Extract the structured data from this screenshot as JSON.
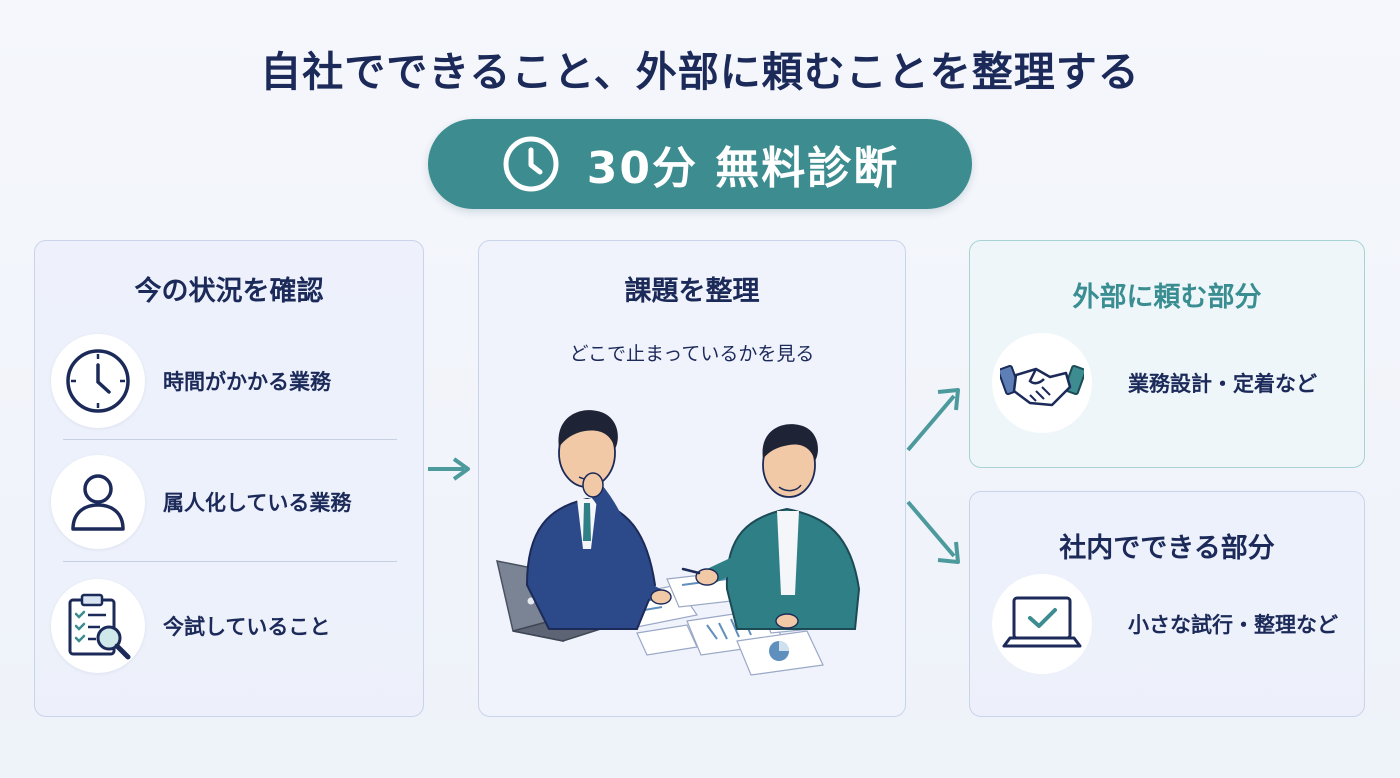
{
  "title": "自社でできること、外部に頼むことを整理する",
  "badge": {
    "icon": "clock-icon",
    "text": "30分 無料診断"
  },
  "left_card": {
    "heading": "今の状況を確認",
    "items": [
      {
        "icon": "clock-icon",
        "label": "時間がかかる業務"
      },
      {
        "icon": "person-icon",
        "label": "属人化している業務"
      },
      {
        "icon": "clipboard-search-icon",
        "label": "今試していること"
      }
    ]
  },
  "middle_card": {
    "heading": "課題を整理",
    "subheading": "どこで止まっているかを見る",
    "illustration": "two-men-reviewing-documents"
  },
  "right_top_card": {
    "heading": "外部に頼む部分",
    "icon": "handshake-icon",
    "label": "業務設計・定着など"
  },
  "right_bottom_card": {
    "heading": "社内でできる部分",
    "icon": "laptop-check-icon",
    "label": "小さな試行・整理など"
  },
  "colors": {
    "navy": "#1c2a5a",
    "teal": "#3d8c90",
    "arrow": "#4d9a9d"
  }
}
